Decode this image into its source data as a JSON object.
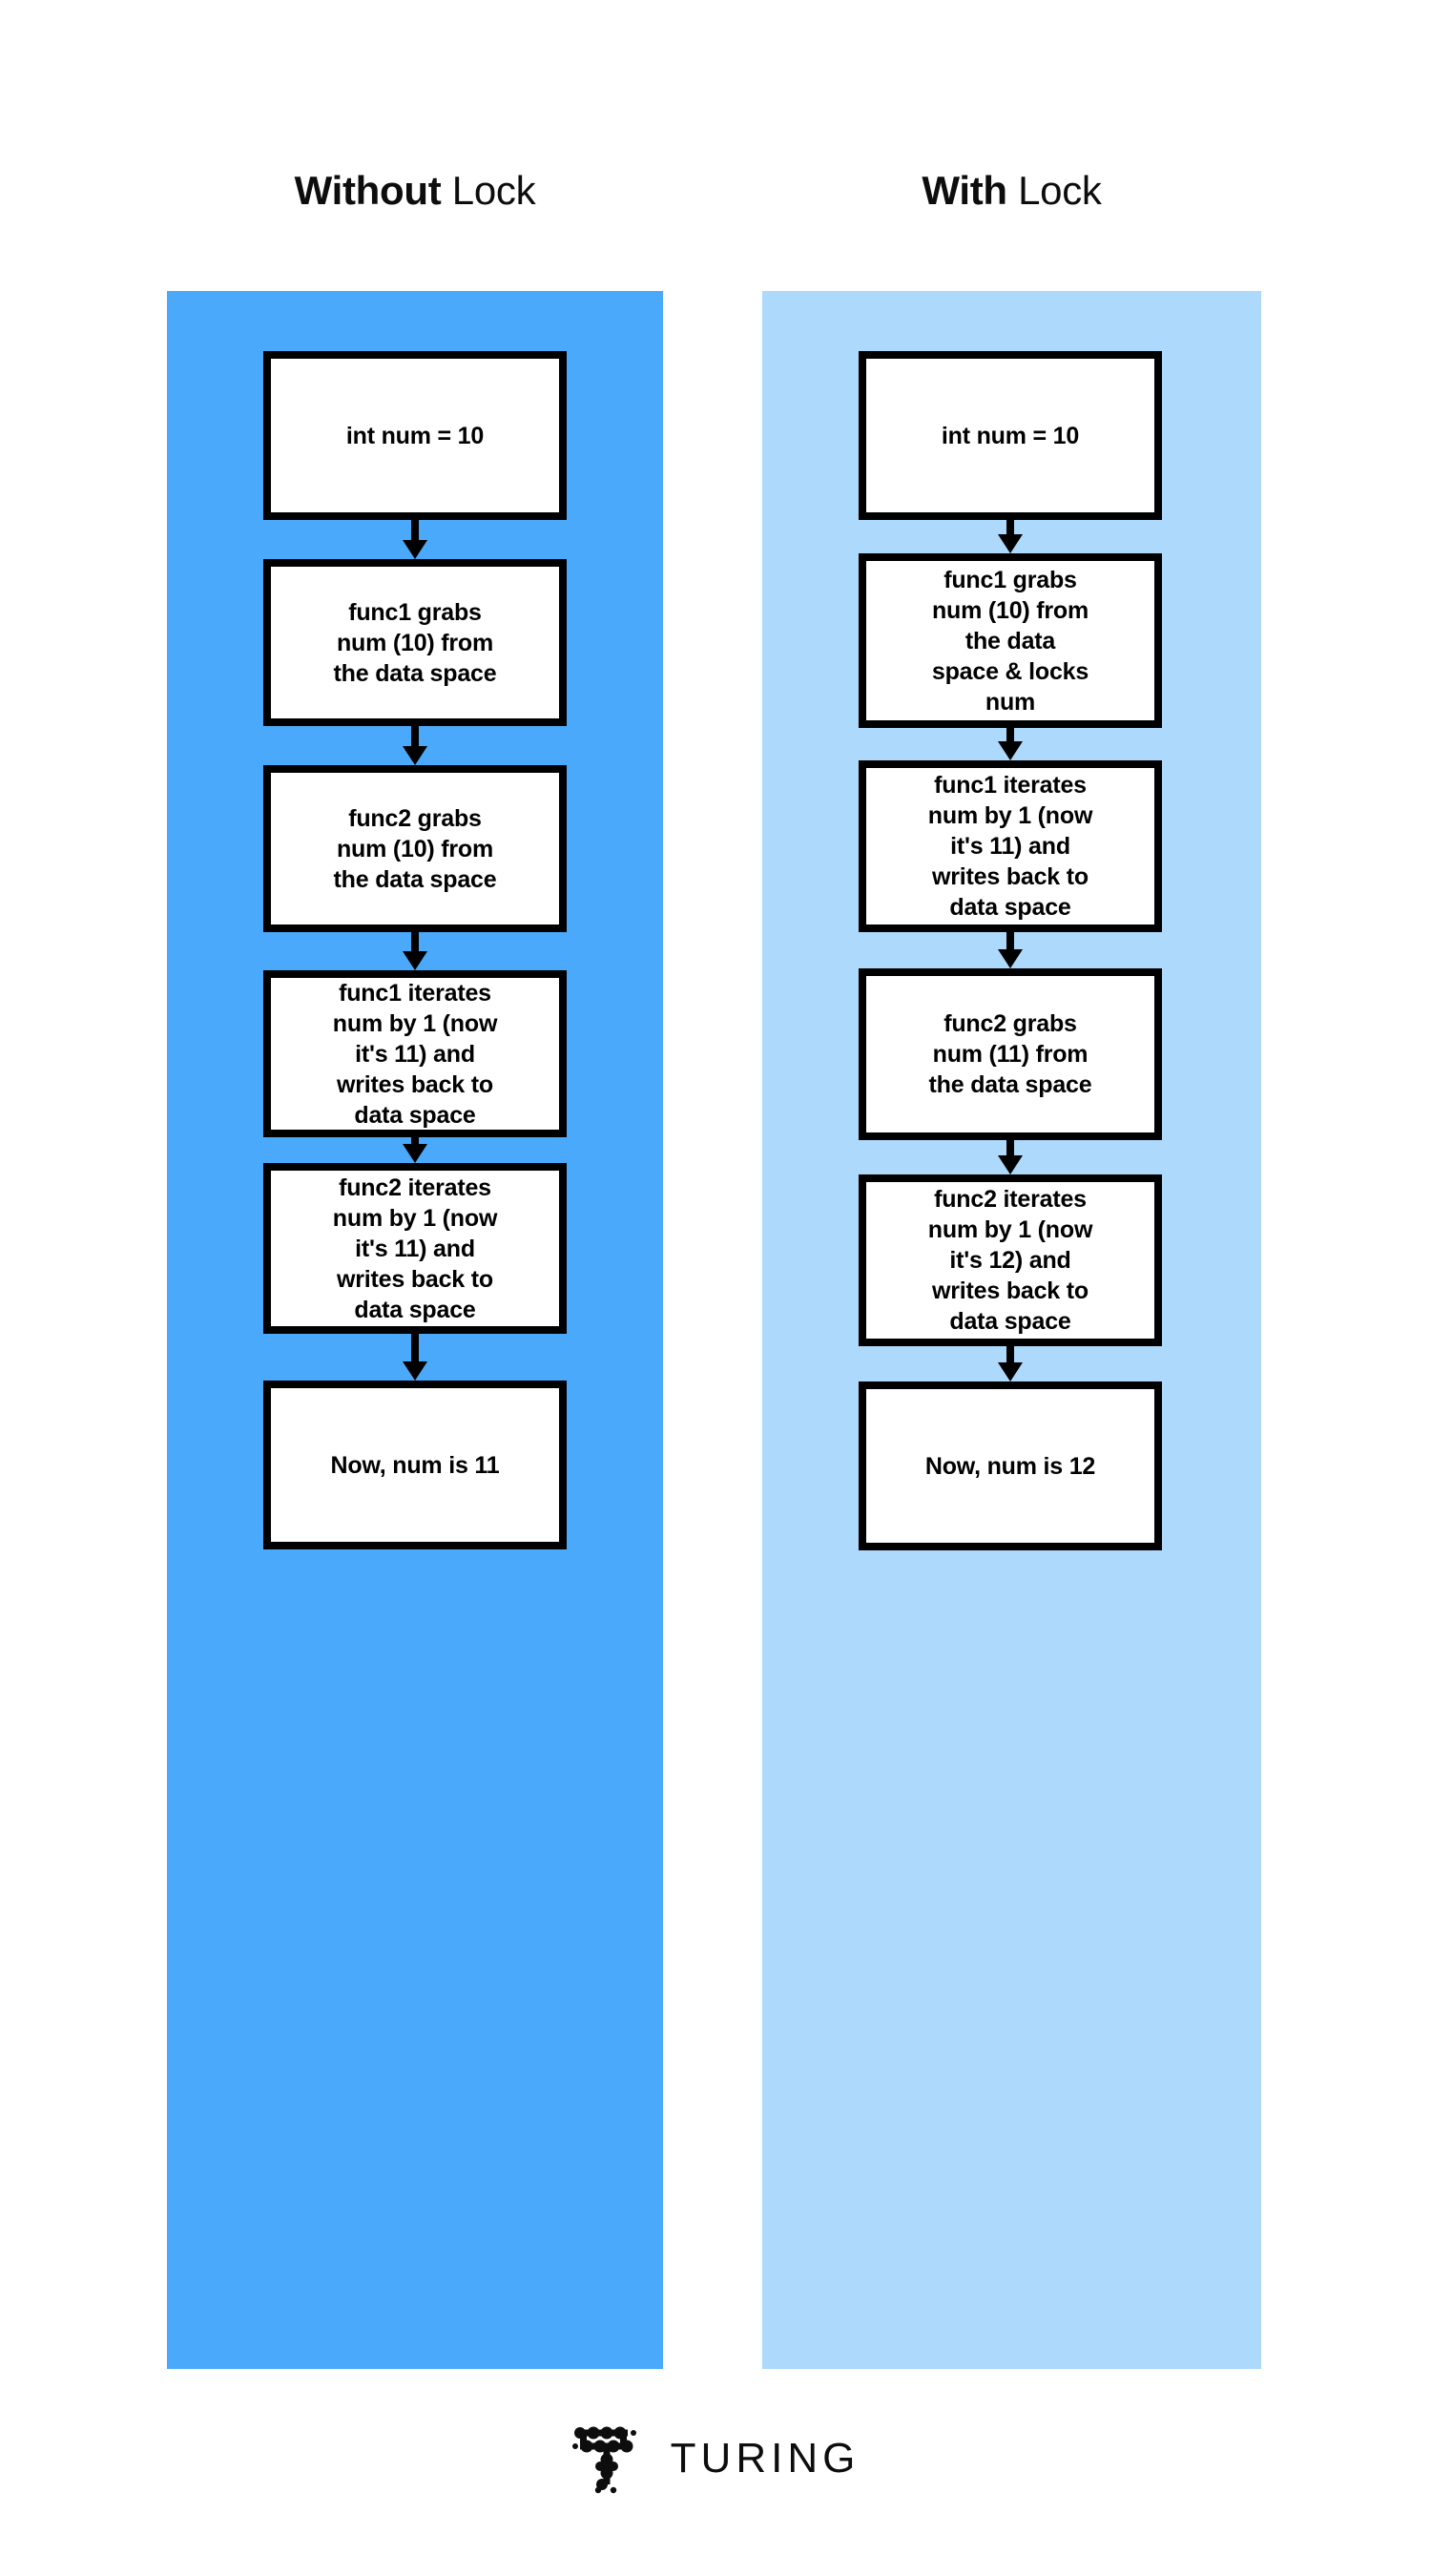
{
  "diagram": {
    "footer": {
      "brand": "TURING",
      "logo_icon": "turing-dot-t-logo"
    },
    "colors": {
      "panel_left_bg": "#4AA9FB",
      "panel_right_bg": "#ACD9FC",
      "node_bg": "#FFFFFF",
      "node_border": "#000000",
      "text": "#000000",
      "page_bg": "#FFFFFF"
    },
    "columns": [
      {
        "title_bold": "Without",
        "title_light": " Lock",
        "nodes": [
          "int num = 10",
          "func1 grabs\nnum (10) from\nthe data space",
          "func2 grabs\nnum (10) from\nthe data space",
          "func1 iterates\nnum by 1 (now\nit's 11) and\nwrites back to\ndata space",
          "func2 iterates\nnum by 1 (now\nit's 11) and\nwrites back to\ndata space",
          "Now, num is 11"
        ],
        "arrow_count": 5
      },
      {
        "title_bold": "With",
        "title_light": " Lock",
        "nodes": [
          "int num = 10",
          "func1 grabs\nnum (10) from\nthe data\nspace & locks\nnum",
          "func1 iterates\nnum by 1 (now\nit's 11) and\nwrites back to\ndata space",
          "func2 grabs\nnum (11) from\nthe data space",
          "func2 iterates\nnum by 1 (now\nit's 12) and\nwrites back to\ndata space",
          "Now, num is 12"
        ],
        "arrow_count": 5
      }
    ]
  }
}
